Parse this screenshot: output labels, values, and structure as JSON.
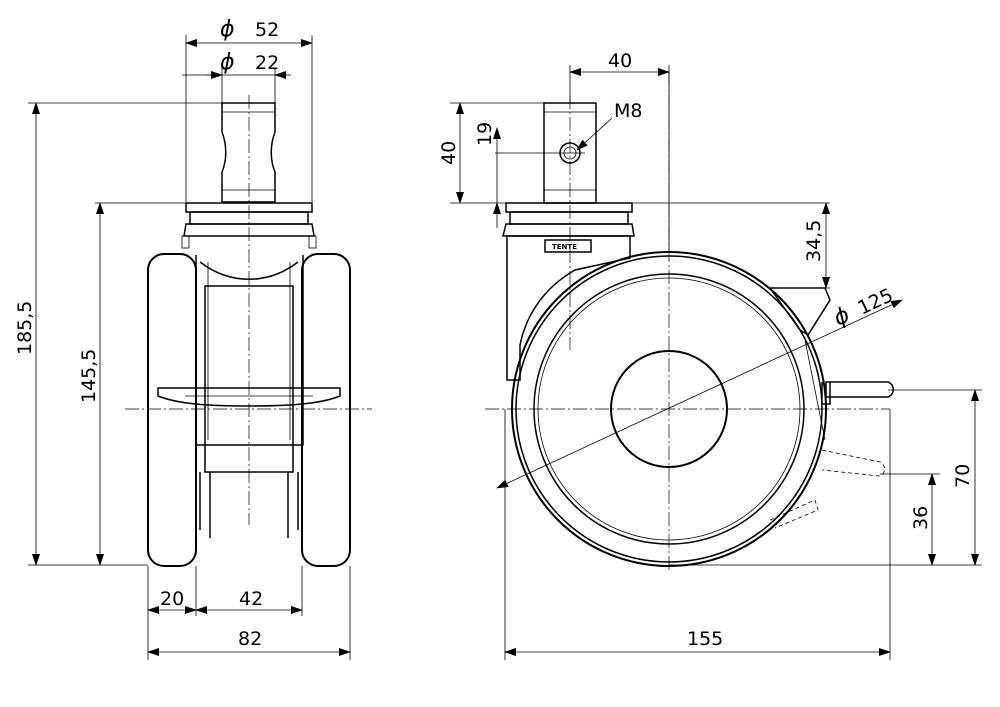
{
  "front_view": {
    "dims": {
      "flange_dia": "52",
      "stem_dia": "22",
      "total_height": "185,5",
      "height_to_plate": "145,5",
      "wheel_width": "20",
      "gap_width": "42",
      "overall_width": "82"
    }
  },
  "side_view": {
    "dims": {
      "offset": "40",
      "stem_length": "40",
      "hole_height": "19",
      "thread": "M8",
      "plate_to_axle": "34,5",
      "wheel_dia": "125",
      "brake_height": "70",
      "pedal_height": "36",
      "overall_length": "155"
    },
    "brand_label": "TENTE"
  },
  "symbols": {
    "diameter": "ϕ"
  }
}
